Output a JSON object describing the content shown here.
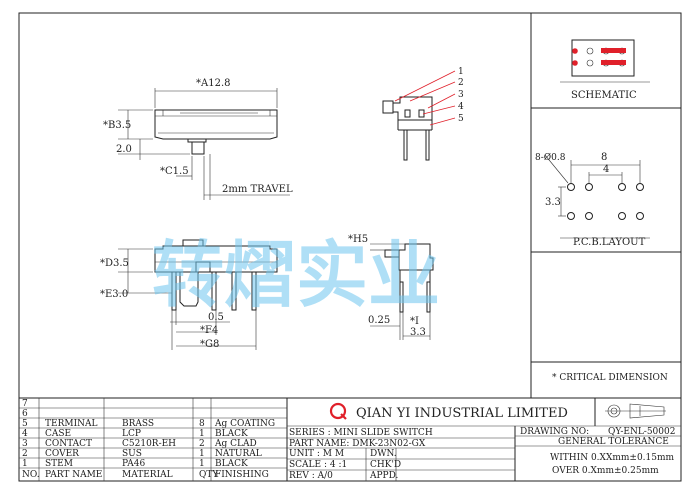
{
  "colors": {
    "accent": "#e0202a",
    "watermark": "#6ec6ef",
    "line": "#222222"
  },
  "labels": {
    "a_dim": "*A12.8",
    "b_dim": "*B3.5",
    "dim_2_0": "2.0",
    "c_dim": "*C1.5",
    "travel": "2mm TRAVEL",
    "h_dim": "*H5",
    "d_dim": "*D3.5",
    "e_dim": "*E3.0",
    "dim_0_5": "0.5",
    "f_dim": "*F4",
    "g_dim": "*G8",
    "dim_0_25": "0.25",
    "i_dim": "*I",
    "dim_3_3": "3.3",
    "callouts": [
      "1",
      "2",
      "3",
      "4",
      "5"
    ],
    "schematic": "SCHEMATIC",
    "pcb_layout": "P.C.B.LAYOUT",
    "pcb_hole": "8-Ø0.8",
    "pcb_8": "8",
    "pcb_4": "4",
    "pcb_3_3": "3.3",
    "critical": "* CRITICAL  DIMENSION",
    "watermark": "转熠实业"
  },
  "parts": {
    "rows": [
      {
        "no": "7",
        "name": "",
        "material": "",
        "qty": "",
        "finishing": ""
      },
      {
        "no": "6",
        "name": "",
        "material": "",
        "qty": "",
        "finishing": ""
      },
      {
        "no": "5",
        "name": "TERMINAL",
        "material": "BRASS",
        "qty": "8",
        "finishing": "Ag  COATING"
      },
      {
        "no": "4",
        "name": "CASE",
        "material": "LCP",
        "qty": "1",
        "finishing": "BLACK"
      },
      {
        "no": "3",
        "name": "CONTACT",
        "material": "C5210R-EH",
        "qty": "2",
        "finishing": "Ag  CLAD"
      },
      {
        "no": "2",
        "name": "COVER",
        "material": "SUS",
        "qty": "1",
        "finishing": "NATURAL"
      },
      {
        "no": "1",
        "name": "STEM",
        "material": "PA46",
        "qty": "1",
        "finishing": "BLACK"
      }
    ],
    "header": {
      "no": "NO.",
      "name": "PART  NAME",
      "material": "MATERIAL",
      "qty": "QTY",
      "finishing": "FINISHING"
    }
  },
  "title_block": {
    "company_mark": "Q",
    "company": "QIAN  YI  INDUSTRIAL  LIMITED",
    "series": "SERIES : MINI SLIDE SWITCH",
    "part_name": "PART NAME: DMK-23N02-GX",
    "unit": "UNIT  : M M",
    "dwn": "DWN.",
    "scale": "SCALE : 4 :1",
    "chkd": "CHK'D",
    "rev": "REV   : A/0",
    "appd": "APPD.",
    "drawing_no_label": "DRAWING NO:",
    "drawing_no": "QY-ENL-50002",
    "general_tolerance": "GENERAL TOLERANCE",
    "tol1": "WITHIN 0.XXmm±0.15mm",
    "tol2": "OVER  0.Xmm±0.25mm"
  }
}
